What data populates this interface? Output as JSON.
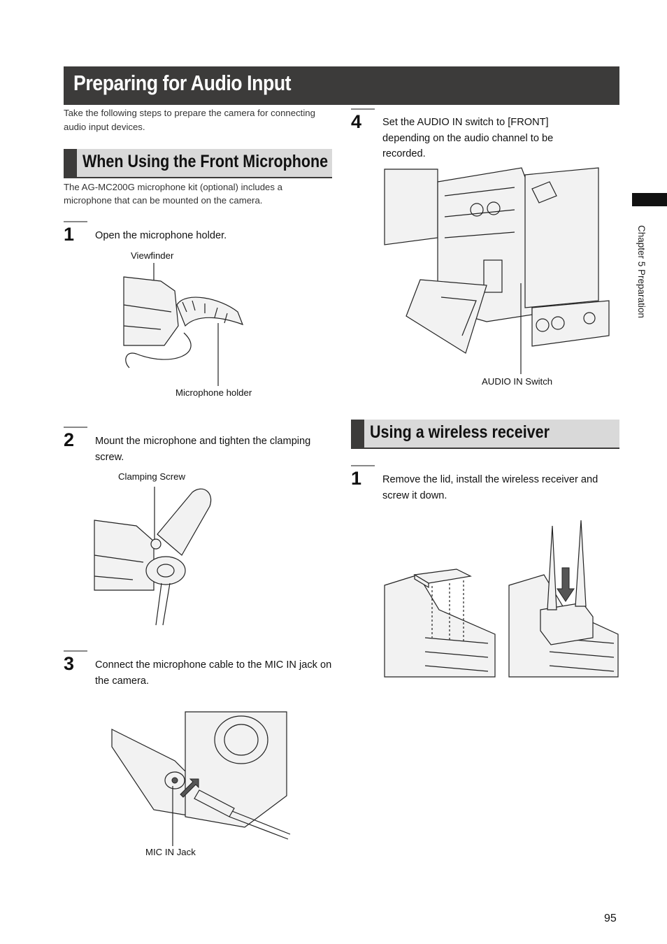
{
  "page": {
    "title": "Preparing for Audio Input",
    "intro": "Take the following steps to prepare the camera for connecting audio input devices.",
    "side_label": "Chapter 5 Preparation",
    "page_number": "95"
  },
  "front_mic": {
    "heading": "When Using the Front Microphone",
    "description": "The AG-MC200G microphone kit (optional) includes a microphone that can be mounted on the camera.",
    "steps": [
      {
        "number": "1",
        "text": "Open the microphone holder.",
        "captions": [
          "Viewfinder",
          "Microphone holder"
        ]
      },
      {
        "number": "2",
        "text": "Mount the microphone and tighten the clamping screw.",
        "captions": [
          "Clamping Screw"
        ]
      },
      {
        "number": "3",
        "text": "Connect the microphone cable to the MIC IN jack on the camera.",
        "captions": [
          "MIC IN Jack"
        ]
      },
      {
        "number": "4",
        "text": "Set the AUDIO IN switch to [FRONT] depending on the audio channel to be recorded.",
        "captions": [
          "AUDIO IN Switch"
        ]
      }
    ]
  },
  "wireless": {
    "heading": "Using a wireless receiver",
    "steps": [
      {
        "number": "1",
        "text": "Remove the lid, install the wireless receiver and screw it down."
      }
    ]
  }
}
